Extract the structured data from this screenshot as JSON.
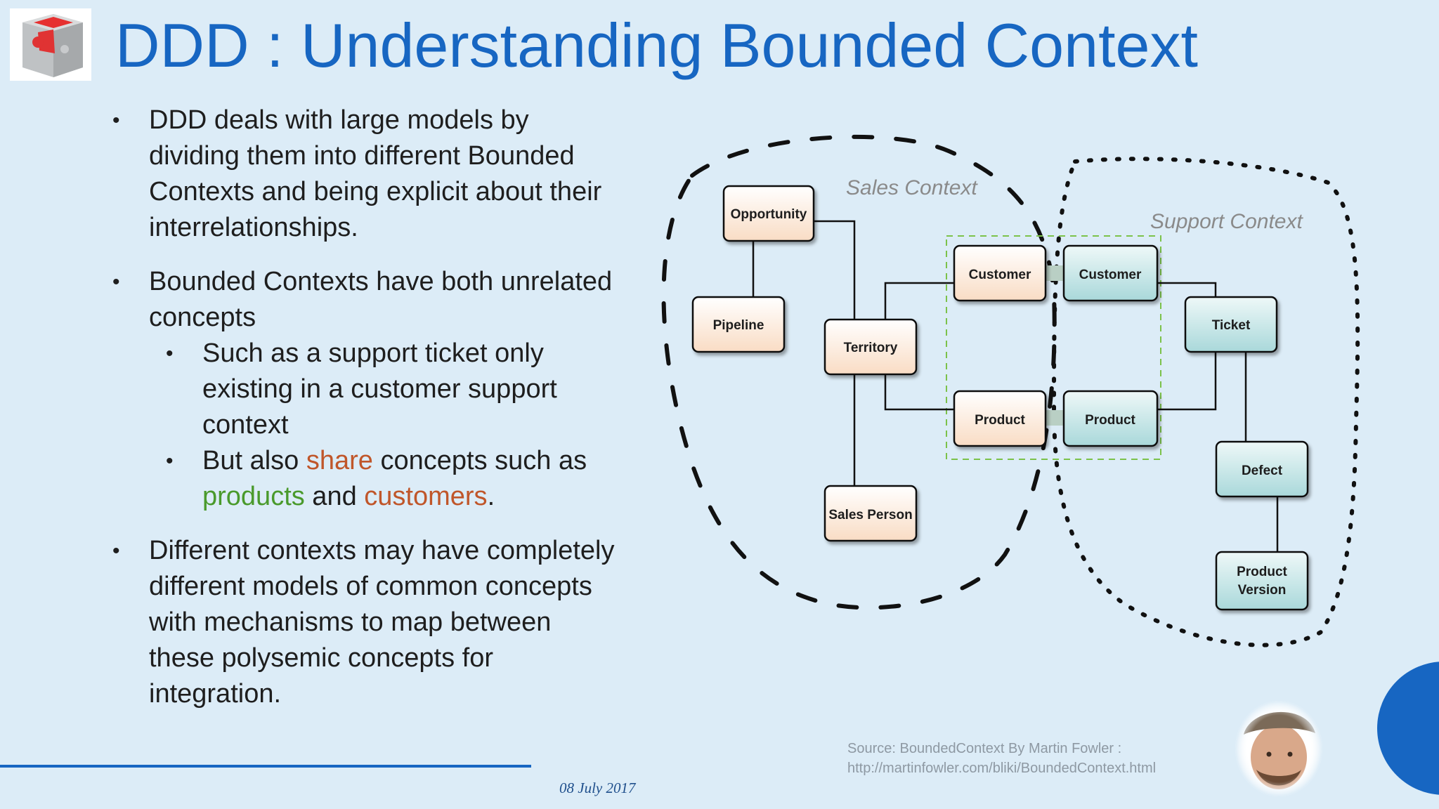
{
  "slide": {
    "title": "DDD : Understanding Bounded Context",
    "bullets": {
      "b1": "DDD deals with large models by dividing them into different Bounded Contexts and being explicit about their interrelationships.",
      "b2": "Bounded Contexts have both unrelated concepts",
      "b2_sub1": "Such as a support ticket only existing in a customer support context",
      "b2_sub2": {
        "pre": "But also ",
        "share": "share",
        "mid": " concepts such as ",
        "products": "products",
        "and": " and ",
        "customers": "customers",
        "end": "."
      },
      "b3": "Different contexts may have completely different models of common concepts with mechanisms to map between these polysemic concepts for integration."
    },
    "bullet_glyph": "•",
    "source_line1": "Source: BoundedContext By Martin Fowler :",
    "source_line2": "http://martinfowler.com/bliki/BoundedContext.html",
    "date": "08 July 2017"
  },
  "diagram": {
    "sales_context_label": "Sales Context",
    "support_context_label": "Support Context",
    "sales_nodes": {
      "opportunity": "Opportunity",
      "pipeline": "Pipeline",
      "territory": "Territory",
      "sales_person": "Sales Person",
      "customer": "Customer",
      "product": "Product"
    },
    "support_nodes": {
      "customer": "Customer",
      "product": "Product",
      "ticket": "Ticket",
      "defect": "Defect",
      "product_version_1": "Product",
      "product_version_2": "Version"
    },
    "colors": {
      "sales_box_fill": "#fde8d6",
      "support_box_fill": "#c9e7e8",
      "shared_border": "#7cc24a",
      "title": "#1766c2"
    }
  }
}
